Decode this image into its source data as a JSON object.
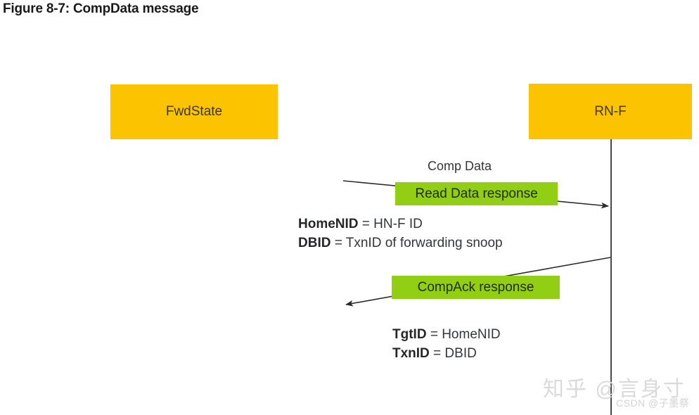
{
  "figure": {
    "title": "Figure 8-7: CompData message"
  },
  "colors": {
    "node_fill": "#FCC400",
    "highlight_fill": "#92CE13",
    "lifeline": "#4a4a4a",
    "arrow": "#2b2b2b",
    "text": "#33363b",
    "watermark": "#d9dadd"
  },
  "nodes": [
    {
      "id": "fwdstate",
      "label": "FwdState"
    },
    {
      "id": "rnf",
      "label": "RN-F"
    }
  ],
  "messages": [
    {
      "id": "comp-data",
      "caption": "Comp Data",
      "highlight_label": "Read Data response",
      "direction": "left-to-right"
    },
    {
      "id": "compack",
      "highlight_label": "CompAck response",
      "direction": "right-to-left"
    }
  ],
  "attributes": {
    "comp_data": [
      {
        "key": "HomeNID",
        "value": " = HN-F ID"
      },
      {
        "key": "DBID",
        "value": " = TxnID of forwarding snoop"
      }
    ],
    "compack": [
      {
        "key": "TgtID",
        "value": " = HomeNID"
      },
      {
        "key": "TxnID",
        "value": " = DBID"
      }
    ]
  },
  "watermarks": {
    "zhihu": "知乎 @言身寸",
    "csdn": "CSDN @子墨祭"
  }
}
